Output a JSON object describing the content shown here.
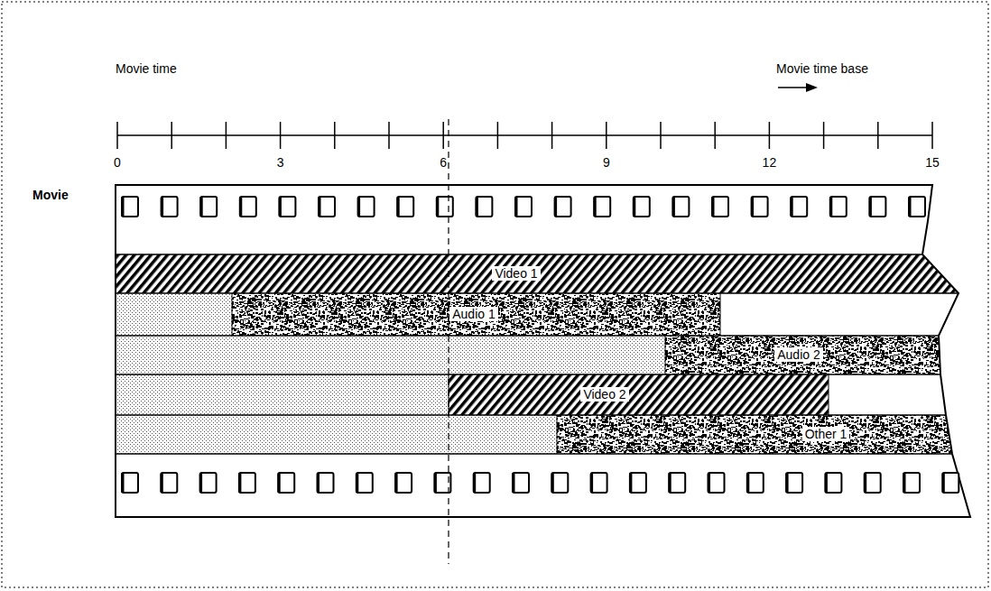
{
  "diagram": {
    "nodes": [
      {
        "text": [
          "Movie"
        ]
      },
      {
        "text": [
          "Video 1"
        ],
        "in": 0
      },
      {
        "text": [
          "Audio 1"
        ],
        "in": 0
      },
      {
        "text": [
          "Audio 2"
        ],
        "in": 0
      },
      {
        "text": [
          "Video 2"
        ],
        "in": 0
      },
      {
        "text": [
          "Other 1"
        ],
        "in": 0
      }
    ],
    "edges": [],
    "labels": [
      "Movie time",
      "Movie time base",
      "0",
      "3",
      "6",
      "9",
      "12",
      "15"
    ]
  }
}
